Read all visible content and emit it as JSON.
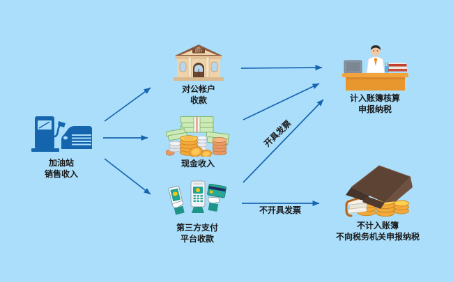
{
  "diagram": {
    "bg_color": "#aadefb",
    "arrow_color": "#1765b1",
    "text_color": "#1a1a1a"
  },
  "nodes": {
    "source": {
      "line1": "加油站",
      "line2": "销售收入"
    },
    "bank": {
      "line1": "对公帐户",
      "line2": "收款",
      "sign": "银行"
    },
    "cash": {
      "line1": "现金收入"
    },
    "third_party": {
      "line1": "第三方支付",
      "line2": "平台收款"
    },
    "declared": {
      "line1": "计入账簿核算",
      "line2": "申报纳税"
    },
    "undeclared": {
      "line1": "不计入账簿",
      "line2": "不向税务机关申报纳税"
    }
  },
  "edges": {
    "invoice_label": "开具发票",
    "no_invoice_label": "不开具发票"
  }
}
